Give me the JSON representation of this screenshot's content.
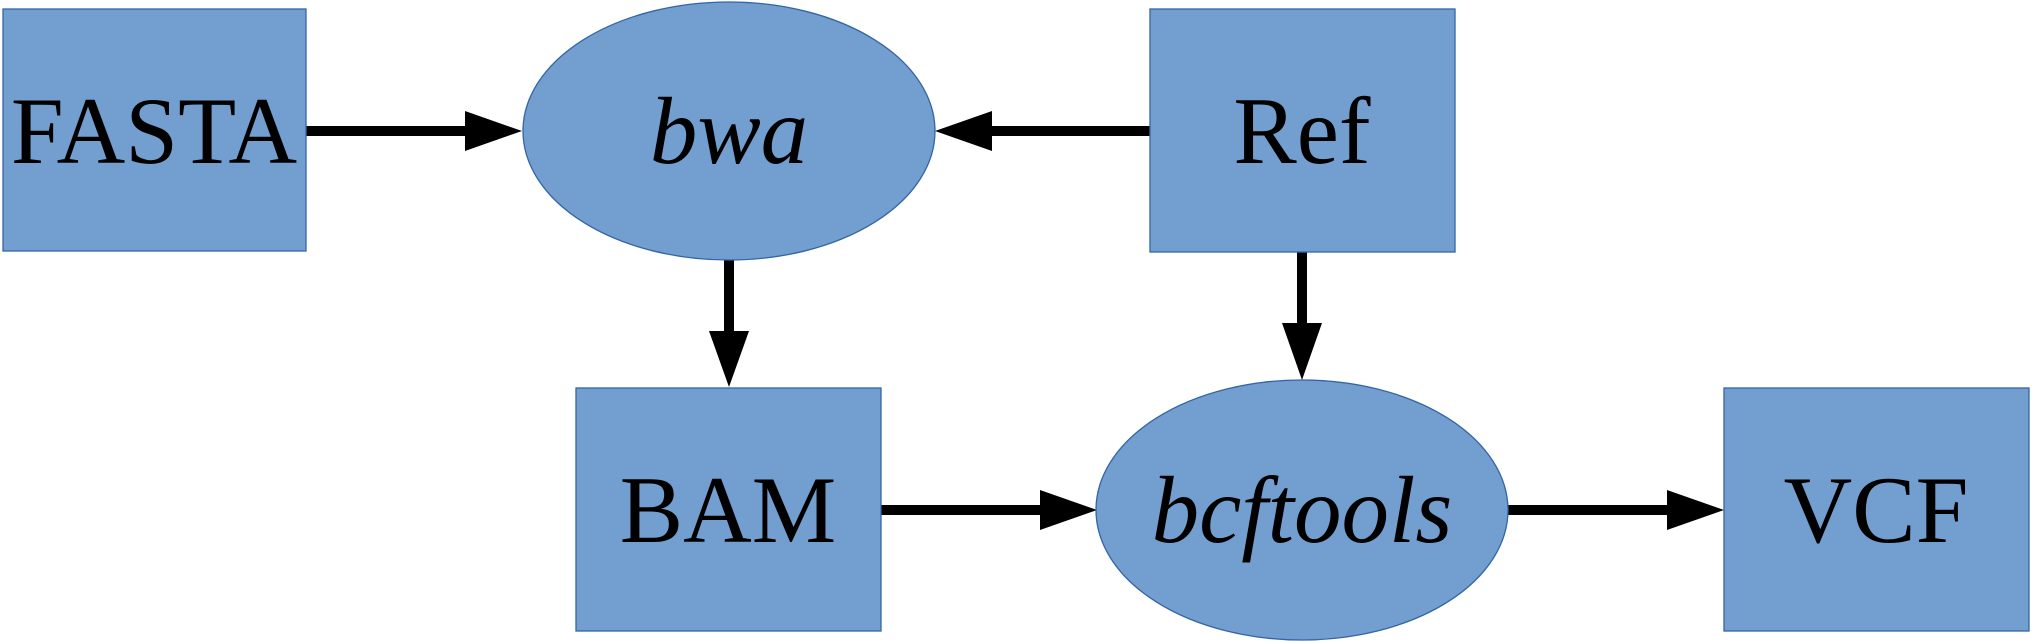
{
  "nodes": {
    "fasta": "FASTA",
    "bwa": "bwa",
    "ref": "Ref",
    "bam": "BAM",
    "bcftools": "bcftools",
    "vcf": "VCF"
  },
  "colors": {
    "node_fill": "#729fcf",
    "node_stroke": "#3465a4",
    "edge": "#000000"
  }
}
